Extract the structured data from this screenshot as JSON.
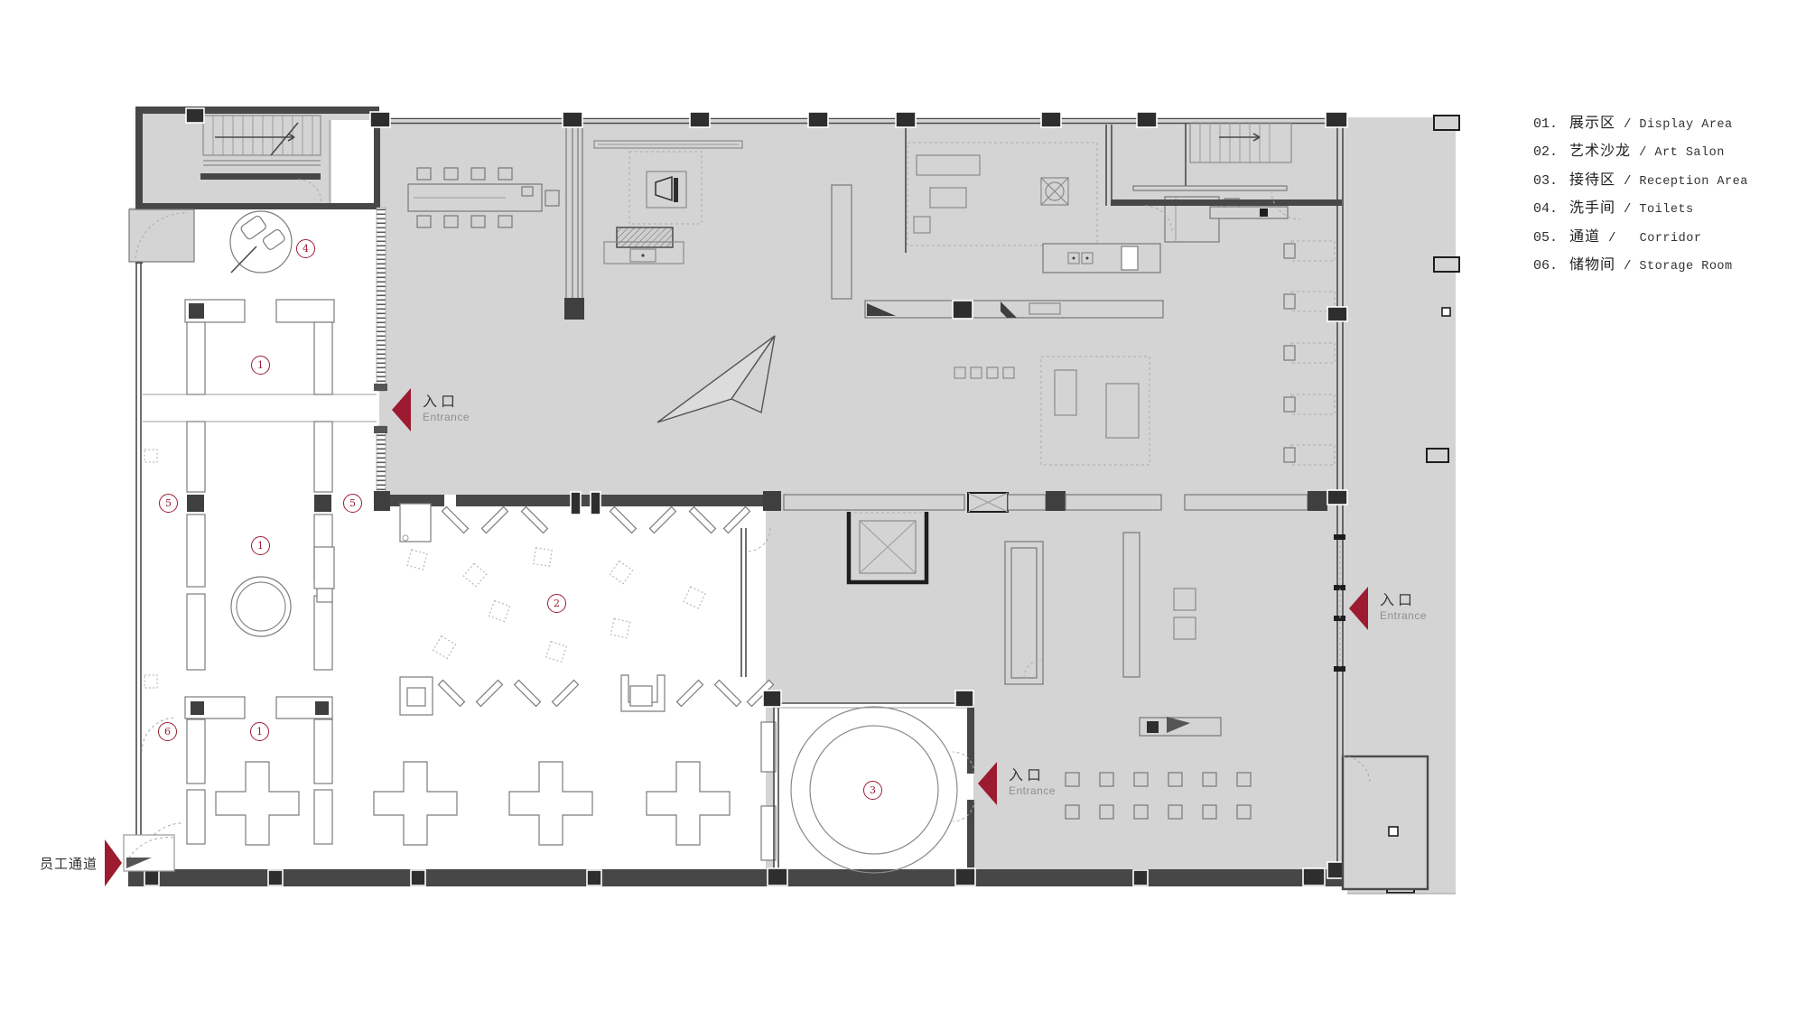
{
  "palette": {
    "accent": "#9c1b31",
    "floor_gray": "#d4d4d4",
    "wall_dark": "#474747",
    "line_gray": "#8a8a8a"
  },
  "legend": {
    "items": [
      {
        "num": "01.",
        "zh": "展示区",
        "sep": "/",
        "en": "Display Area"
      },
      {
        "num": "02.",
        "zh": "艺术沙龙",
        "sep": "/",
        "en": "Art Salon"
      },
      {
        "num": "03.",
        "zh": "接待区",
        "sep": "/",
        "en": "Reception Area"
      },
      {
        "num": "04.",
        "zh": "洗手间",
        "sep": "/",
        "en": "Toilets"
      },
      {
        "num": "05.",
        "zh": "通道",
        "sep": "/",
        "en": "  Corridor"
      },
      {
        "num": "06.",
        "zh": "储物间",
        "sep": "/",
        "en": "Storage Room"
      }
    ]
  },
  "entrances": {
    "main": [
      {
        "zh": "入口",
        "en": "Entrance"
      },
      {
        "zh": "入口",
        "en": "Entrance"
      },
      {
        "zh": "入口",
        "en": "Entrance"
      }
    ],
    "staff": "员工通道"
  },
  "room_markers": [
    {
      "n": "4"
    },
    {
      "n": "1"
    },
    {
      "n": "5"
    },
    {
      "n": "5"
    },
    {
      "n": "1"
    },
    {
      "n": "2"
    },
    {
      "n": "6"
    },
    {
      "n": "1"
    },
    {
      "n": "3"
    }
  ]
}
